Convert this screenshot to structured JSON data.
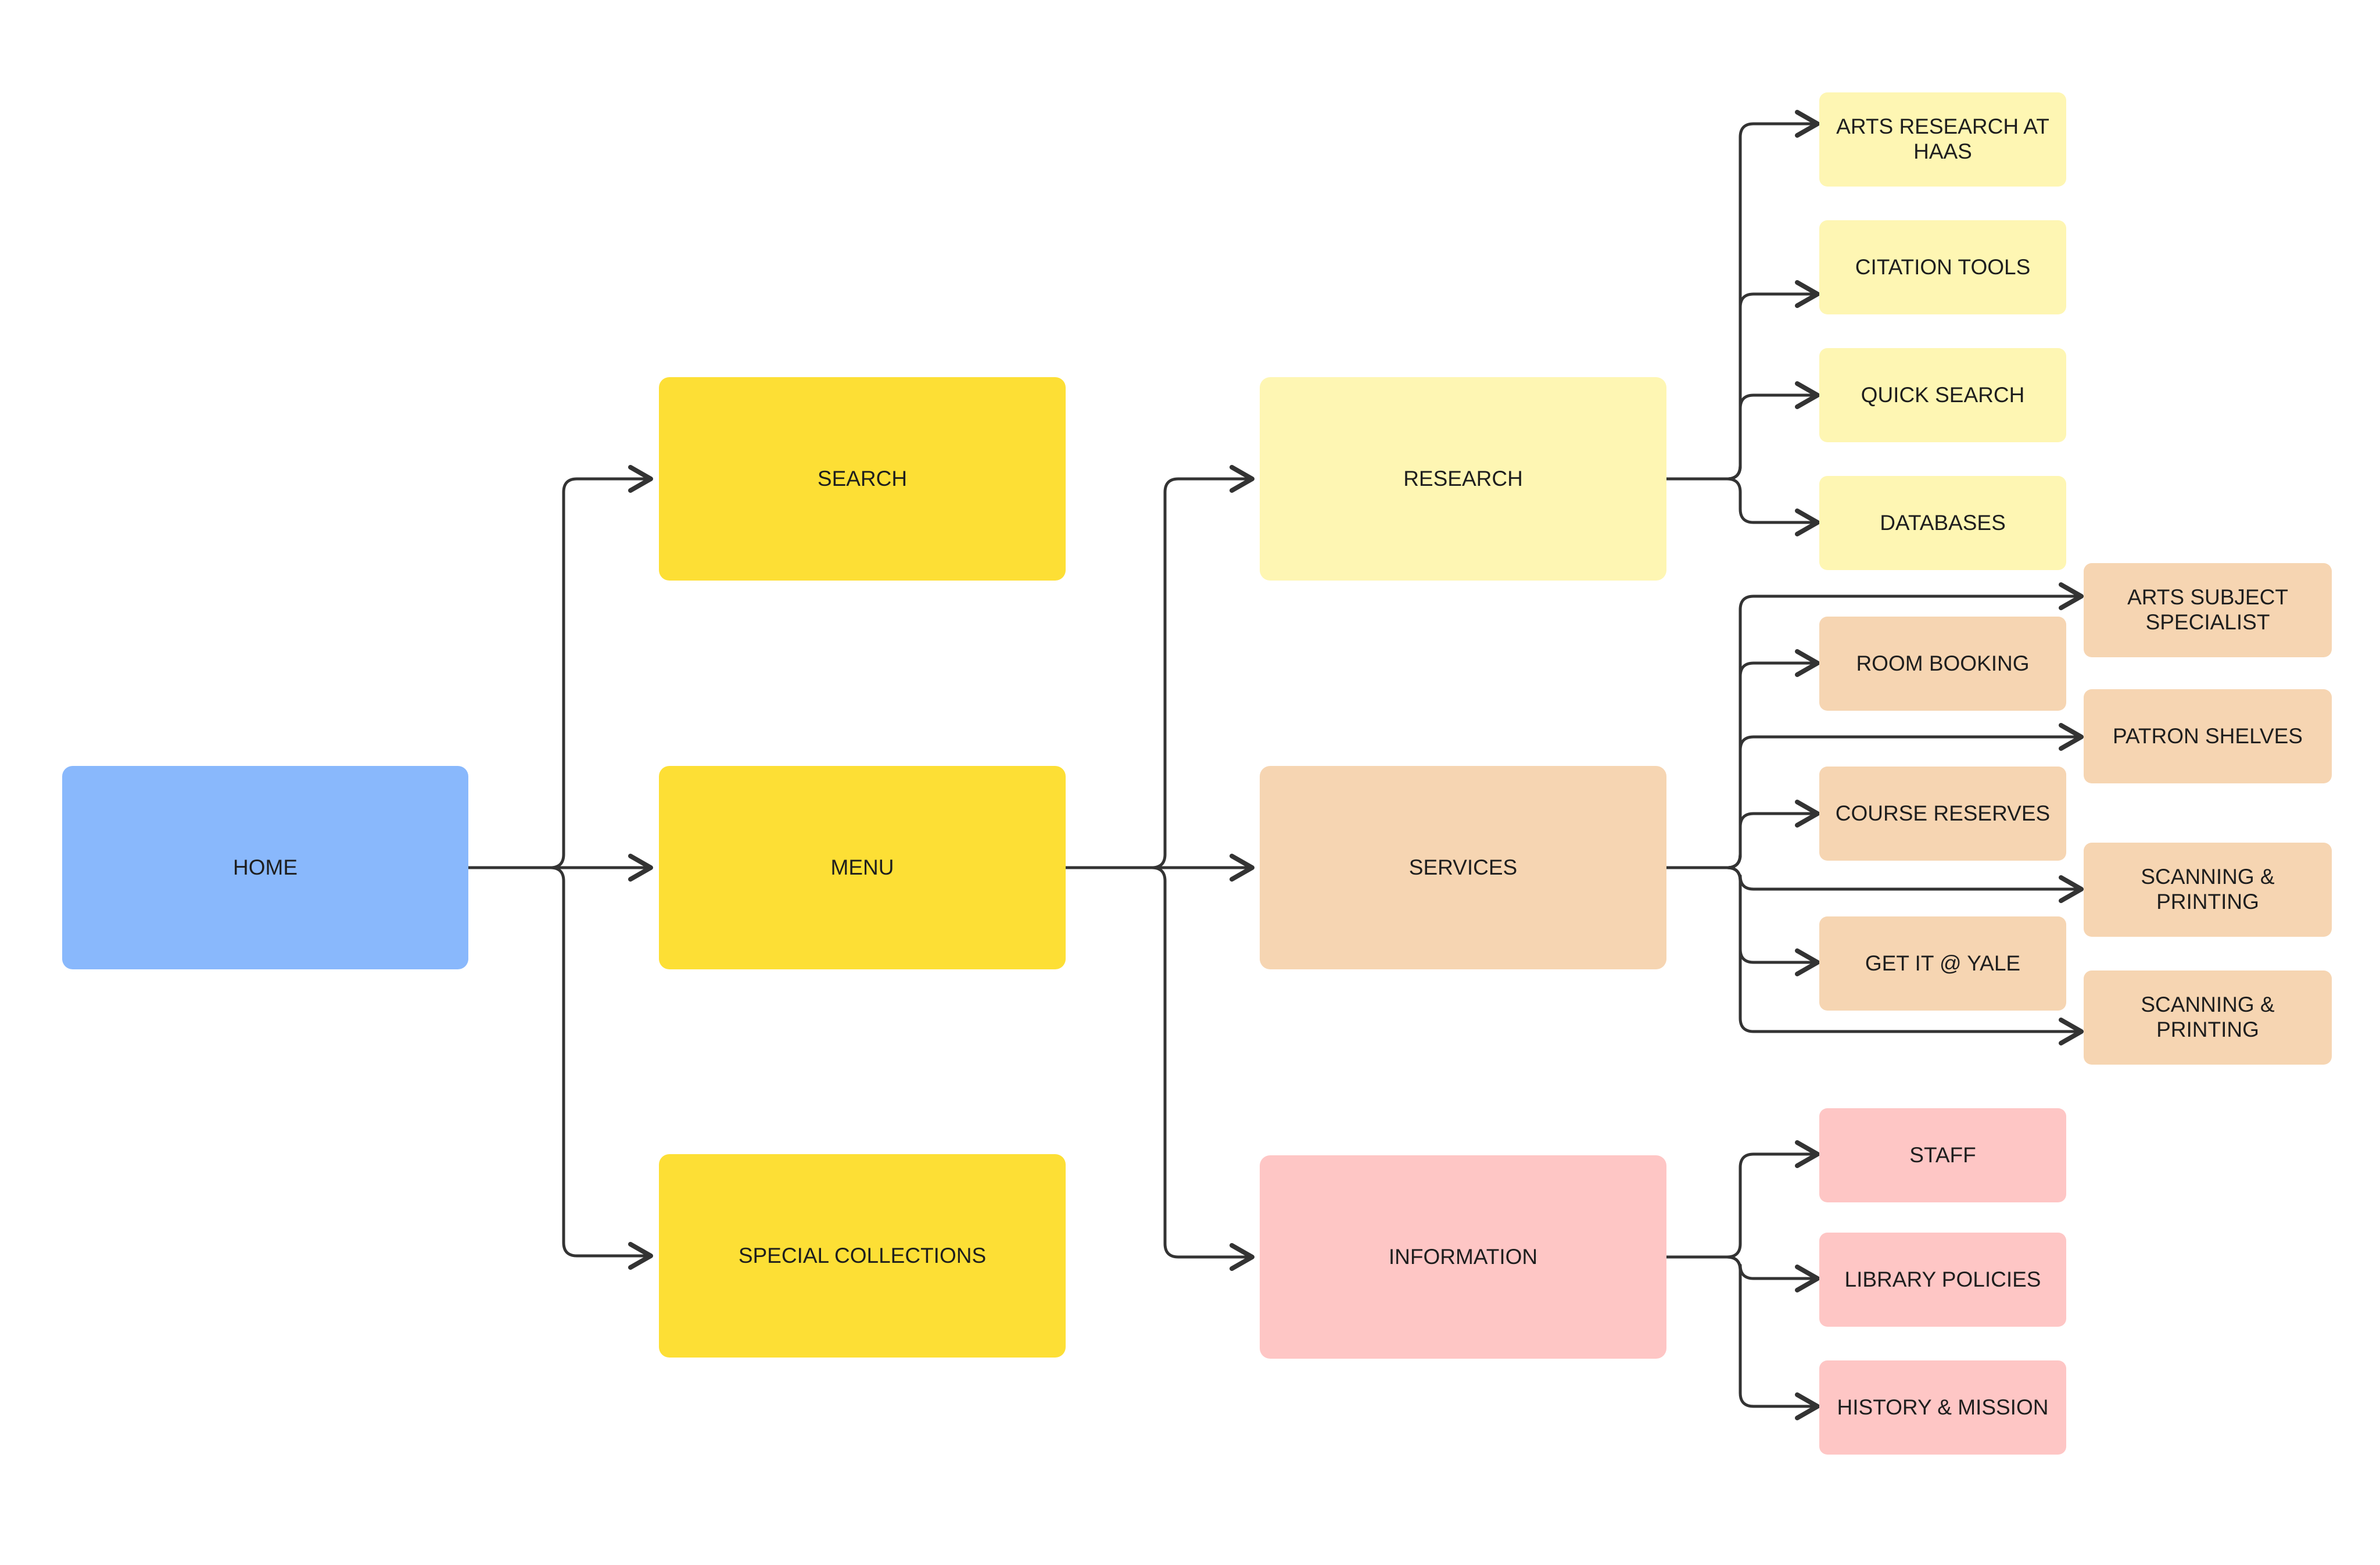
{
  "colors": {
    "home": "#89b8fc",
    "level1": "#fddf35",
    "research": "#fef6b3",
    "services": "#f6d5b2",
    "information": "#fec6c5",
    "connector": "#333333"
  },
  "nodes": {
    "home": "HOME",
    "search": "SEARCH",
    "menu": "MENU",
    "special_collections": "SPECIAL COLLECTIONS",
    "research": "RESEARCH",
    "services": "SERVICES",
    "information": "INFORMATION",
    "research_children": [
      "ARTS RESEARCH AT HAAS",
      "CITATION TOOLS",
      "QUICK SEARCH",
      "DATABASES"
    ],
    "services_children": [
      "ARTS SUBJECT SPECIALIST",
      "ROOM BOOKING",
      "PATRON SHELVES",
      "COURSE RESERVES",
      "SCANNING & PRINTING",
      "GET IT @ YALE",
      "SCANNING & PRINTING"
    ],
    "information_children": [
      "STAFF",
      "LIBRARY POLICIES",
      "HISTORY & MISSION"
    ]
  }
}
